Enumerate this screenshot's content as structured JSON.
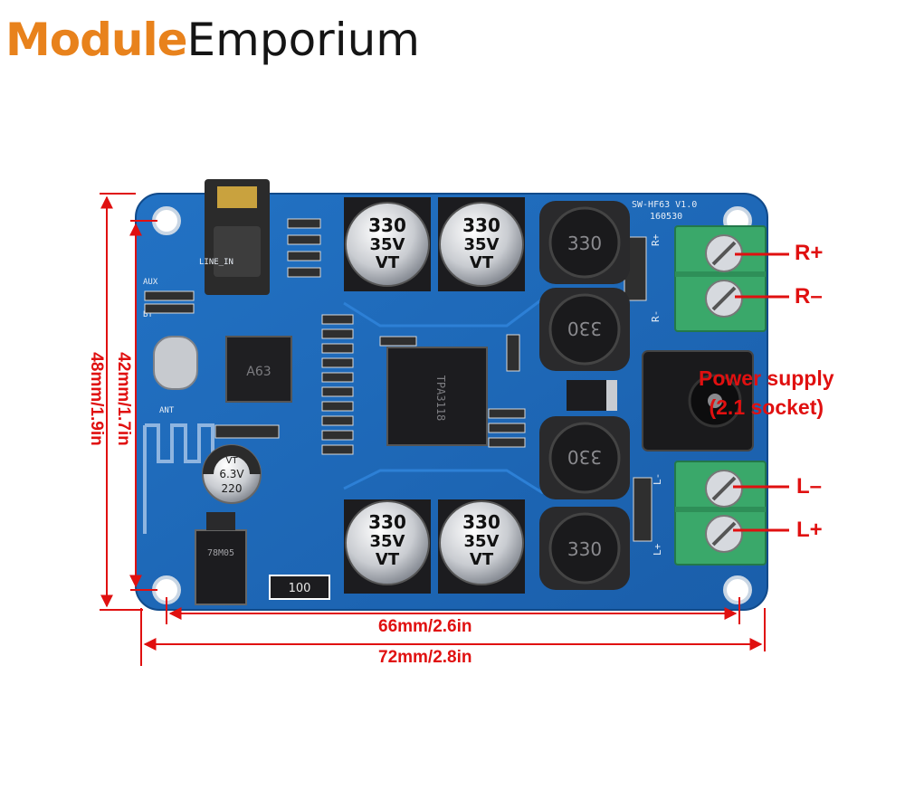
{
  "logo": {
    "brand": "Module",
    "rest": "Emporium"
  },
  "colors": {
    "board": "#1b66b8",
    "board_dark": "#12509a",
    "terminal": "#3aa86a",
    "dimension": "#e01010",
    "logo_accent": "#e8821c"
  },
  "board_silkscreen": {
    "model": "SW-HF63 V1.0",
    "date": "160530",
    "line_in": "LINE_IN",
    "aux": "AUX",
    "bt": "BT",
    "ant": "ANT",
    "chip_bt": "A63",
    "chip_amp": "TPA3118",
    "regulator": "78M05",
    "resistor": "100",
    "cap_big": "330",
    "cap_big_v": "35V",
    "cap_big_vt": "VT",
    "cap_small": "220",
    "cap_small_v": "6.3V",
    "cap_small_vt": "VT",
    "inductor": "330",
    "r_plus": "R+",
    "r_minus": "R-",
    "l_plus": "L+",
    "l_minus": "L-"
  },
  "labels": {
    "r_plus": "R+",
    "r_minus": "R–",
    "l_minus": "L–",
    "l_plus": "L+",
    "power_line1": "Power supply",
    "power_line2": "(2.1 socket)"
  },
  "dimensions": {
    "width_inner": "66mm/2.6in",
    "width_outer": "72mm/2.8in",
    "height_inner": "42mm/1.7in",
    "height_outer": "48mm/1.9in"
  }
}
